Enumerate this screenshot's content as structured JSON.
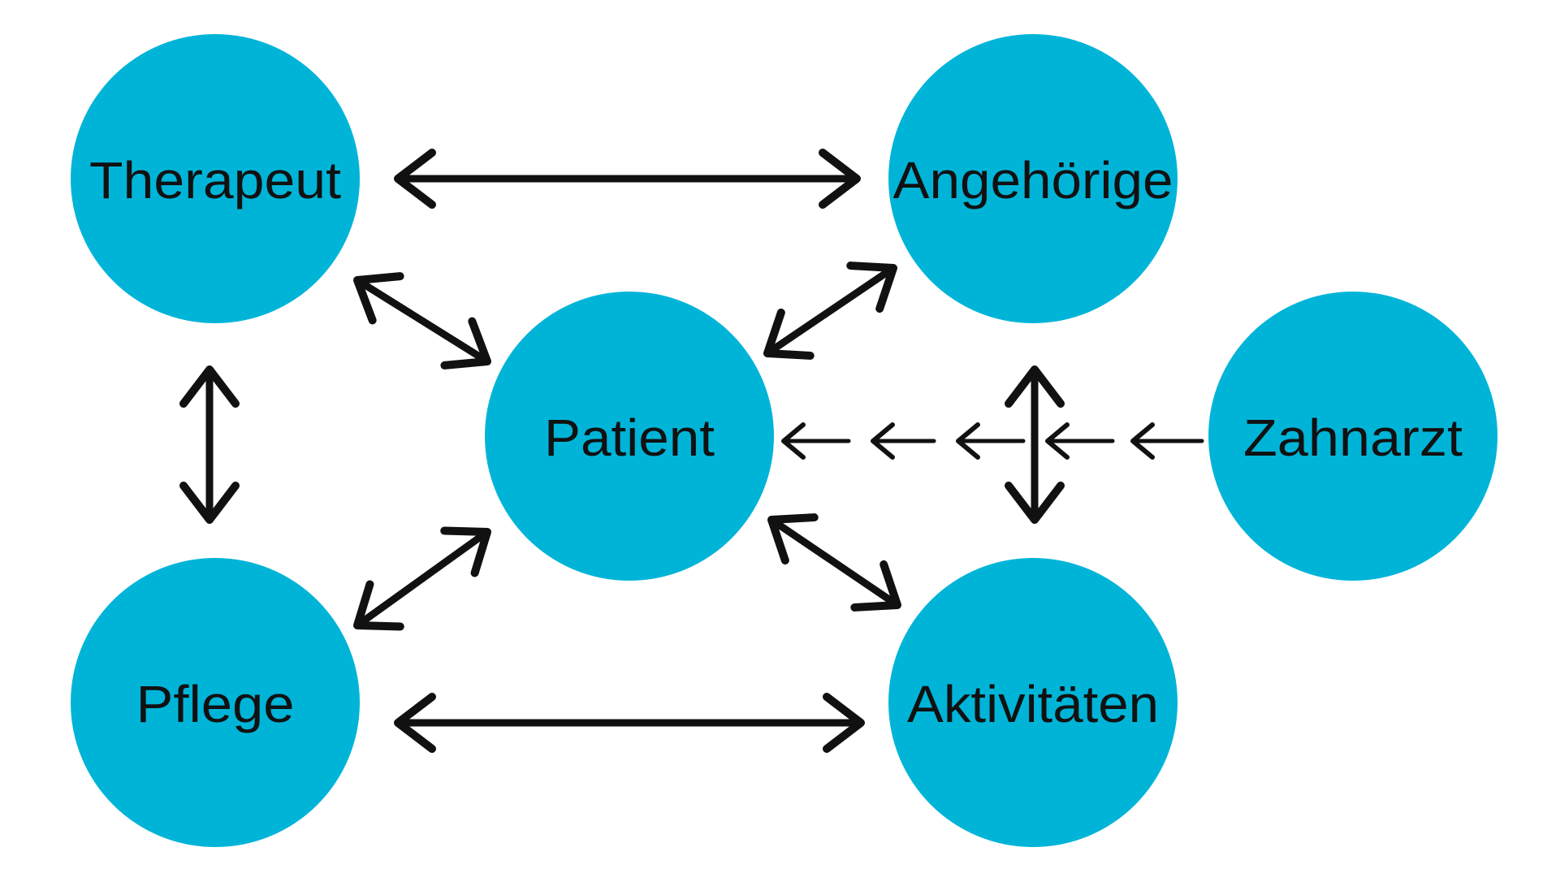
{
  "nodes": [
    {
      "id": "therapeut",
      "label": "Therapeut"
    },
    {
      "id": "angehoerige",
      "label": "Angehörige"
    },
    {
      "id": "patient",
      "label": "Patient"
    },
    {
      "id": "zahnarzt",
      "label": "Zahnarzt"
    },
    {
      "id": "pflege",
      "label": "Pflege"
    },
    {
      "id": "aktivitaeten",
      "label": "Aktivitäten"
    }
  ],
  "edges": [
    {
      "from": "therapeut",
      "to": "angehoerige",
      "type": "bidirectional"
    },
    {
      "from": "therapeut",
      "to": "patient",
      "type": "bidirectional"
    },
    {
      "from": "angehoerige",
      "to": "patient",
      "type": "bidirectional"
    },
    {
      "from": "therapeut",
      "to": "pflege",
      "type": "bidirectional"
    },
    {
      "from": "pflege",
      "to": "patient",
      "type": "bidirectional"
    },
    {
      "from": "aktivitaeten",
      "to": "patient",
      "type": "bidirectional"
    },
    {
      "from": "pflege",
      "to": "aktivitaeten",
      "type": "bidirectional"
    },
    {
      "from": "angehoerige",
      "to": "aktivitaeten",
      "type": "bidirectional"
    },
    {
      "from": "zahnarzt",
      "to": "patient",
      "type": "dashed-directed"
    }
  ],
  "colors": {
    "node_fill": "#00B4D8",
    "arrow": "#111111",
    "label": "#111111",
    "background": "#ffffff"
  }
}
